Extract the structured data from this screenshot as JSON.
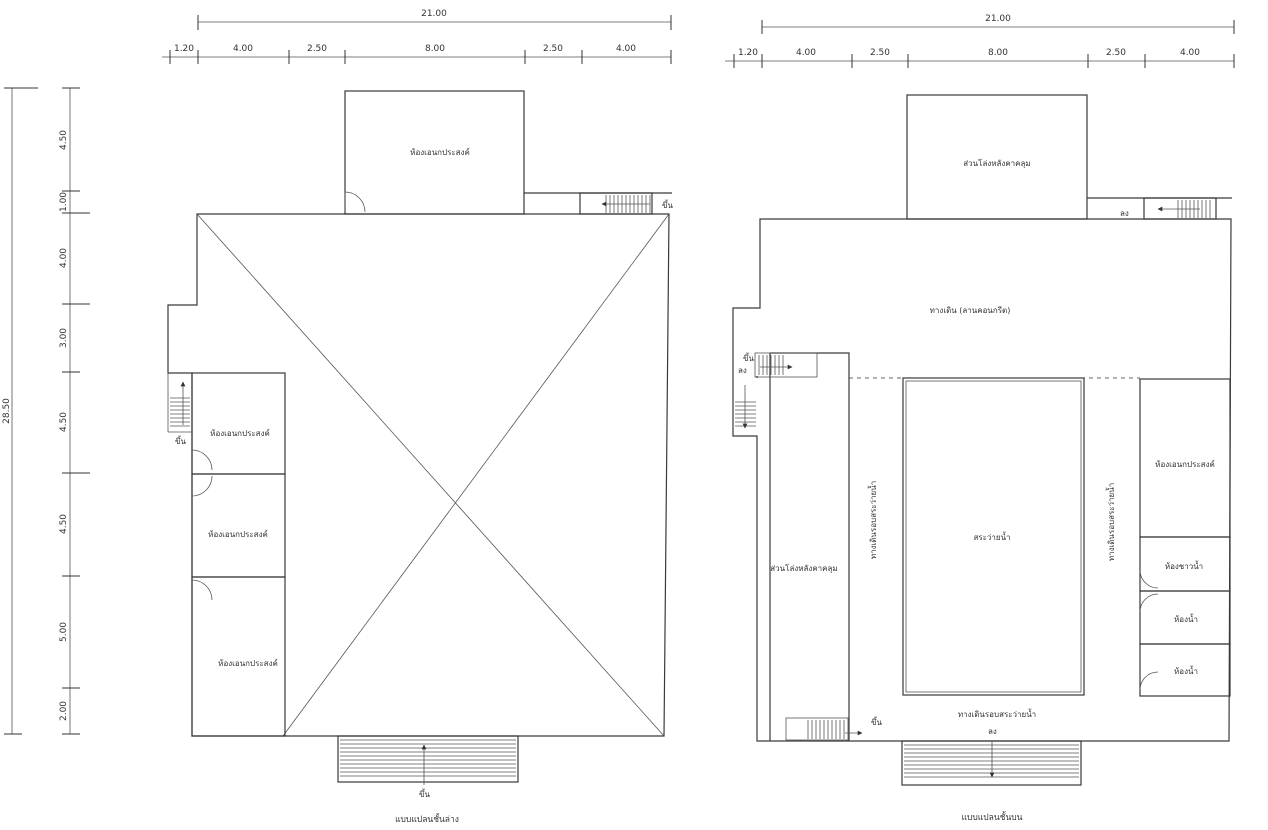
{
  "dimensions": {
    "total_width": "21.00",
    "segments": [
      "1.20",
      "4.00",
      "2.50",
      "8.00",
      "2.50",
      "4.00"
    ],
    "total_depth": "28.50",
    "vertical_segments": [
      "4.50",
      "1.00",
      "4.00",
      "3.00",
      "4.50",
      "4.50",
      "5.00",
      "2.00"
    ]
  },
  "ground_floor": {
    "caption": "แบบแปลนชั้นล่าง",
    "room_top": "ห้องเอนกประสงค์",
    "room_1": "ห้องเอนกประสงค์",
    "room_2": "ห้องเอนกประสงค์",
    "room_3": "ห้องเอนกประสงค์",
    "stair_up_1": "ขึ้น",
    "stair_up_2": "ขึ้น",
    "stair_up_3": "ขึ้น"
  },
  "upper_floor": {
    "caption": "แบบแปลนชั้นบน",
    "roof_top": "ส่วนโล่งหลังคาคลุม",
    "walkway": "ทางเดิน (ลานคอนกรีต)",
    "roof_left": "ส่วนโล่งหลังคาคลุม",
    "pool": "สระว่ายน้ำ",
    "pool_walk_left": "ทางเดินรอบสระว่ายน้ำ",
    "pool_walk_right": "ทางเดินรอบสระว่ายน้ำ",
    "pool_walk_bottom": "ทางเดินรอบสระว่ายน้ำ",
    "multi_room": "ห้องเอนกประสงค์",
    "shower": "ห้องชาวน้ำ",
    "toilet_1": "ห้องน้ำ",
    "toilet_2": "ห้องน้ำ",
    "stair_down_top": "ลง",
    "stair_up_left": "ขึ้น",
    "stair_down_left": "ลง",
    "stair_up_bottom": "ขึ้น",
    "stair_down_main": "ลง"
  }
}
